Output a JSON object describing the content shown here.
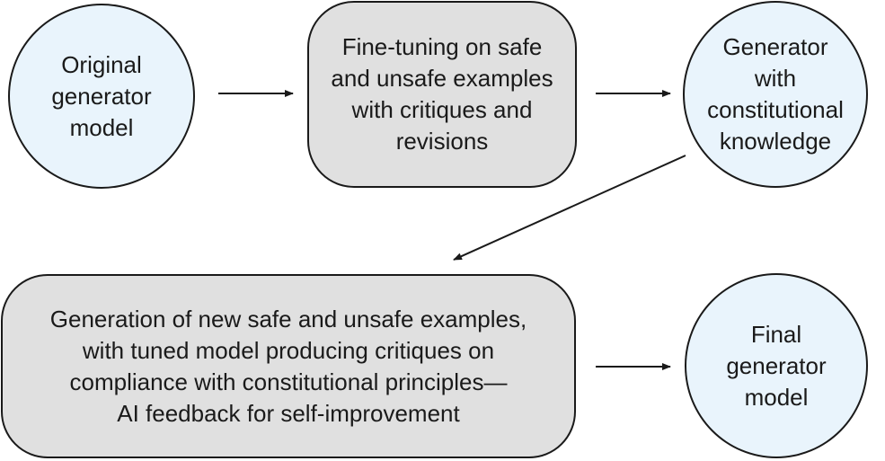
{
  "nodes": {
    "original_generator": "Original\ngenerator\nmodel",
    "fine_tuning": "Fine-tuning on safe\nand unsafe examples\nwith critiques and\nrevisions",
    "constitutional_generator": "Generator\nwith\nconstitutional\nknowledge",
    "generation_feedback": "Generation of new safe and unsafe examples,\nwith tuned model producing critiques on\ncompliance with constitutional principles—\nAI feedback for self-improvement",
    "final_generator": "Final\ngenerator\nmodel"
  },
  "colors": {
    "circle_fill": "#e9f4fc",
    "box_fill": "#e0e0e0",
    "stroke": "#1a1a1a"
  }
}
